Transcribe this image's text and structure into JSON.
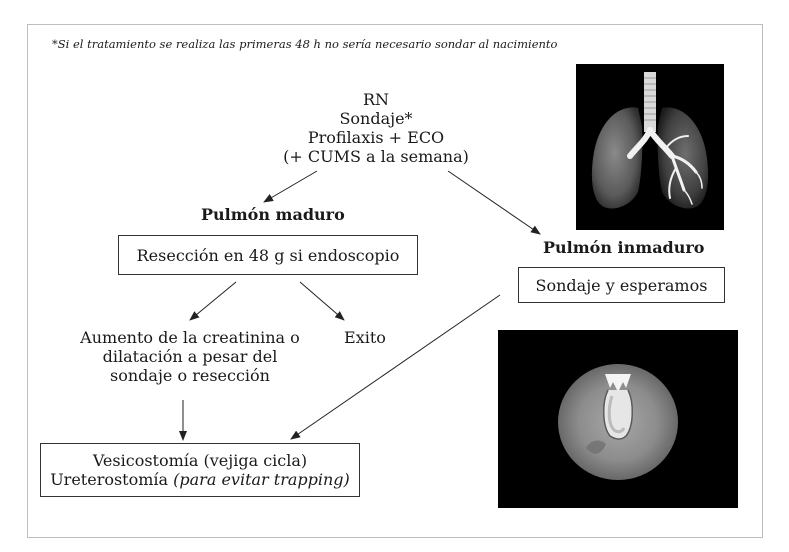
{
  "footnote": "*Si el tratamiento se realiza las primeras 48 h no sería necesario sondar al nacimiento",
  "start": {
    "lines": [
      "RN",
      "Sondaje*",
      "Profilaxis + ECO",
      "(+ CUMS a la semana)"
    ]
  },
  "mature": {
    "label": "Pulmón maduro",
    "box": "Resección en 48 g si endoscopio",
    "outcome_fail_lines": [
      "Aumento de la creatinina o",
      "dilatación a pesar del",
      "sondaje o resección"
    ],
    "outcome_success": "Exito"
  },
  "immature": {
    "label": "Pulmón inmaduro",
    "box": "Sondaje y esperamos"
  },
  "final": {
    "line1": "Vesicostomía (vejiga cicla)",
    "line2_normal": "Ureterostomía ",
    "line2_italic": "(para evitar trapping)"
  },
  "images": {
    "top_right": "lungs-image",
    "bottom_right": "endoscopic-image"
  }
}
